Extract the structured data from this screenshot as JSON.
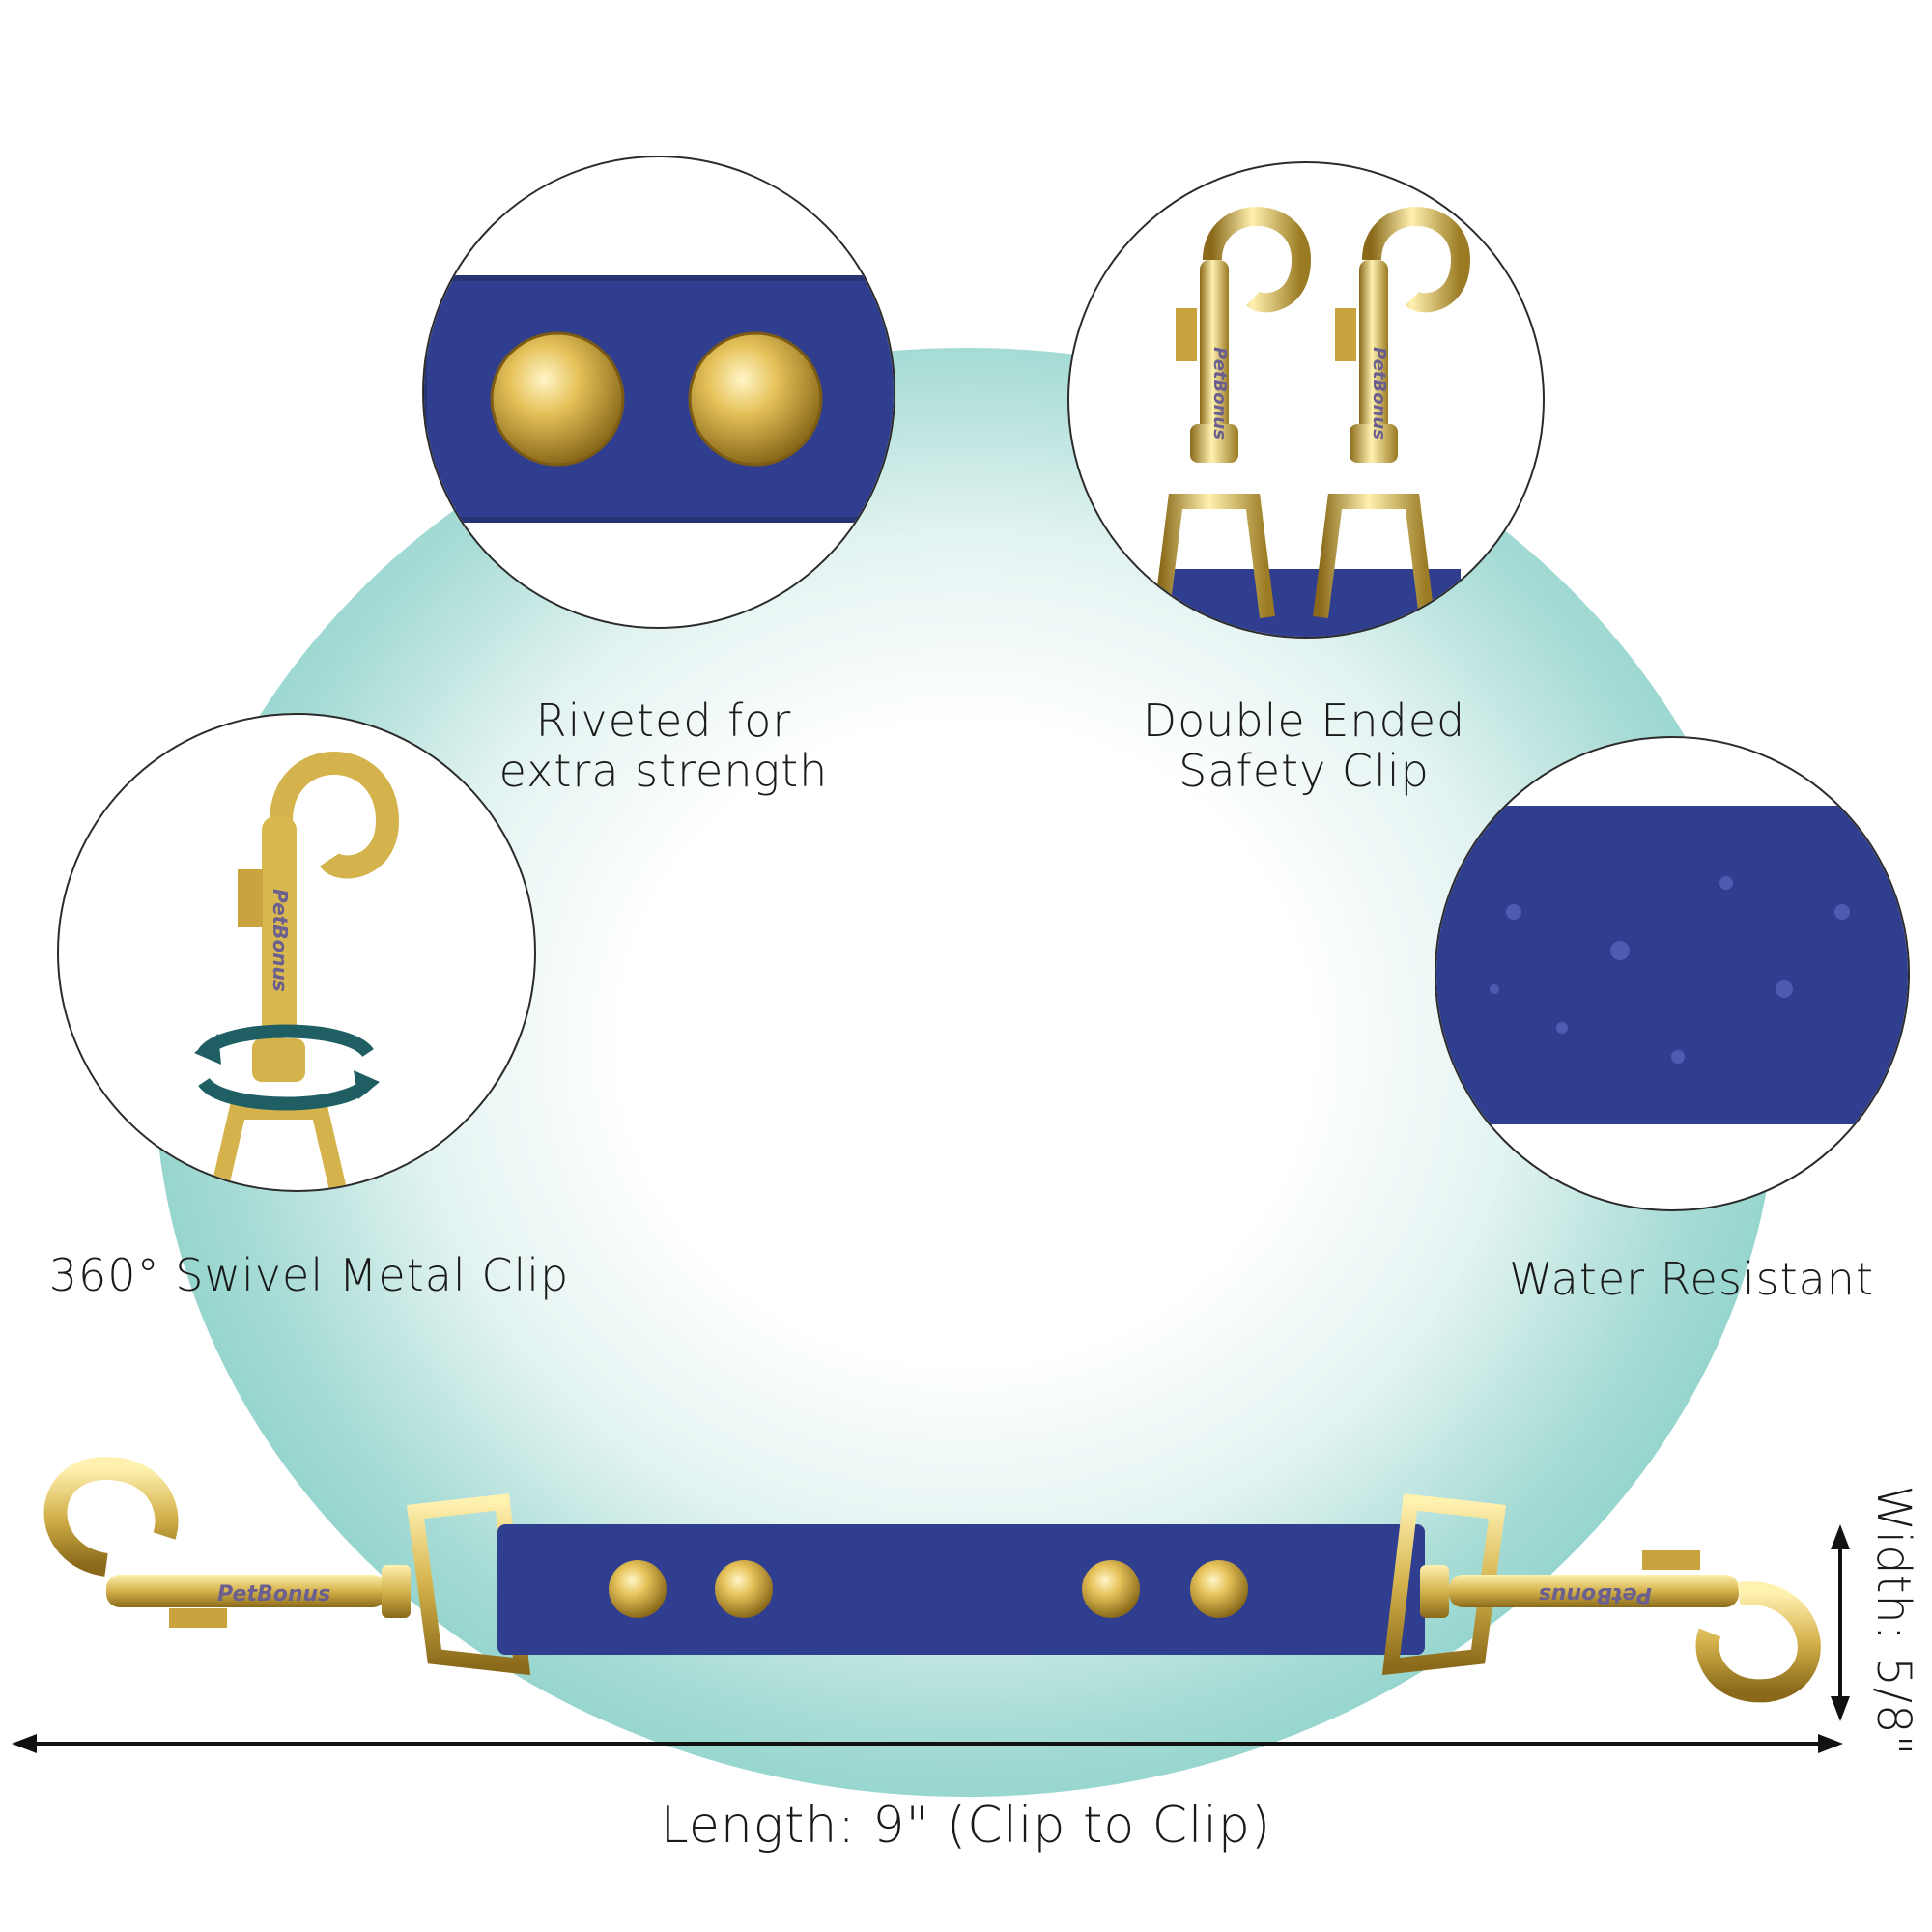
{
  "features": {
    "riveted": "Riveted for extra strength",
    "double_ended": "Double Ended Safety Clip",
    "swivel": "360° Swivel Metal Clip",
    "water": "Water Resistant"
  },
  "brand": "PetBonus",
  "dimensions": {
    "length": "Length: 9\" (Clip to Clip)",
    "width": "Width: 5/8\""
  },
  "colors": {
    "strap": "#2f3e8f",
    "brass": "#d4b24c",
    "teal": "#8ad2ca",
    "swivel_arrow": "#1f5f63"
  }
}
